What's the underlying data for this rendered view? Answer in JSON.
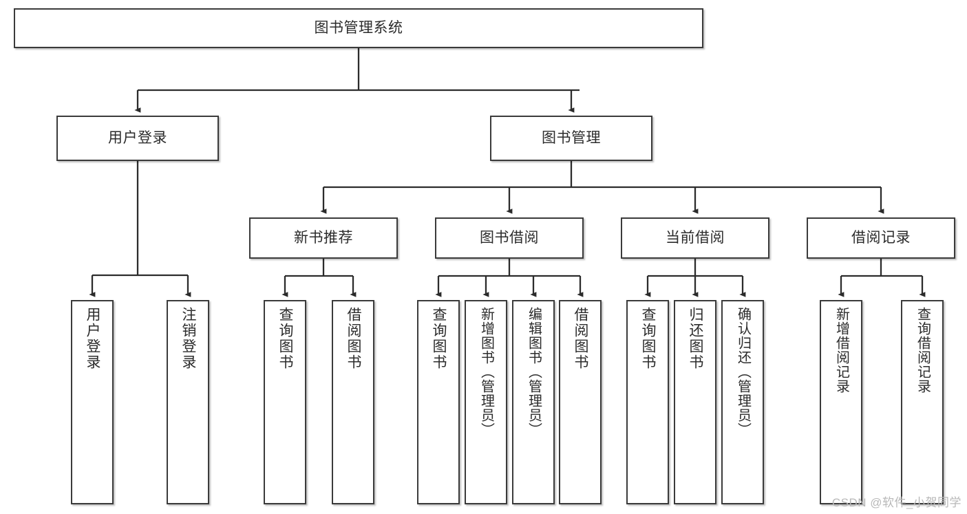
{
  "diagram": {
    "title": "图书管理系统",
    "type": "hierarchy-tree",
    "watermark": "CSDN @软件_小贺同学",
    "colors": {
      "box_border": "#3a3a3a",
      "box_fill": "#ffffff",
      "connector": "#2b2b2b",
      "text": "#2b2b2b",
      "watermark": "#b8b8b8"
    },
    "levels": [
      {
        "level": 1,
        "nodes": [
          {
            "id": "root",
            "label": "图书管理系统"
          }
        ]
      },
      {
        "level": 2,
        "nodes": [
          {
            "id": "login",
            "label": "用户登录"
          },
          {
            "id": "bookmgmt",
            "label": "图书管理"
          }
        ]
      },
      {
        "level": 3,
        "nodes": [
          {
            "id": "newbook",
            "label": "新书推荐"
          },
          {
            "id": "borrow",
            "label": "图书借阅"
          },
          {
            "id": "current",
            "label": "当前借阅"
          },
          {
            "id": "record",
            "label": "借阅记录"
          }
        ]
      },
      {
        "level": 4,
        "nodes": [
          {
            "id": "leaf-1",
            "label": "用户登录",
            "parent": "login"
          },
          {
            "id": "leaf-2",
            "label": "注销登录",
            "parent": "login"
          },
          {
            "id": "leaf-3",
            "label": "查询图书",
            "parent": "newbook"
          },
          {
            "id": "leaf-4",
            "label": "借阅图书",
            "parent": "newbook"
          },
          {
            "id": "leaf-5",
            "label": "查询图书",
            "parent": "borrow"
          },
          {
            "id": "leaf-6",
            "label": "新增图书（管理员）",
            "parent": "borrow"
          },
          {
            "id": "leaf-7",
            "label": "编辑图书（管理员）",
            "parent": "borrow"
          },
          {
            "id": "leaf-8",
            "label": "借阅图书",
            "parent": "borrow"
          },
          {
            "id": "leaf-9",
            "label": "查询图书",
            "parent": "current"
          },
          {
            "id": "leaf-10",
            "label": "归还图书",
            "parent": "current"
          },
          {
            "id": "leaf-11",
            "label": "确认归还（管理员）",
            "parent": "current"
          },
          {
            "id": "leaf-12",
            "label": "新增借阅记录",
            "parent": "record"
          },
          {
            "id": "leaf-13",
            "label": "查询借阅记录",
            "parent": "record"
          }
        ]
      }
    ]
  }
}
